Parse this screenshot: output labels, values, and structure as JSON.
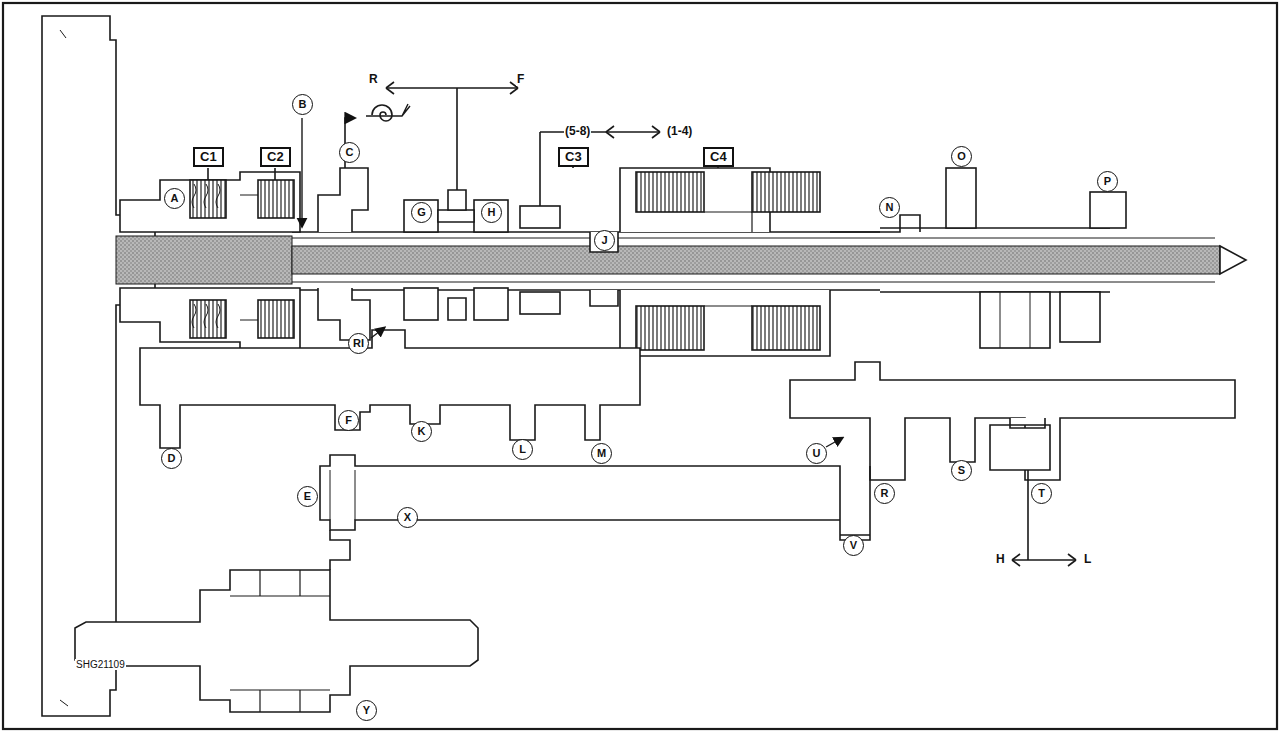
{
  "diagram": {
    "nodes": [
      {
        "text": [
          "C1"
        ]
      },
      {
        "text": [
          "C2"
        ]
      },
      {
        "text": [
          "C3"
        ]
      },
      {
        "text": [
          "C4"
        ]
      },
      {
        "text": [
          "A"
        ]
      },
      {
        "text": [
          "B"
        ]
      },
      {
        "text": [
          "C"
        ]
      },
      {
        "text": [
          "G"
        ]
      },
      {
        "text": [
          "H"
        ]
      },
      {
        "text": [
          "J"
        ]
      },
      {
        "text": [
          "N"
        ]
      },
      {
        "text": [
          "O"
        ]
      },
      {
        "text": [
          "P"
        ]
      },
      {
        "text": [
          "RI"
        ]
      },
      {
        "text": [
          "F"
        ]
      },
      {
        "text": [
          "K"
        ]
      },
      {
        "text": [
          "L"
        ]
      },
      {
        "text": [
          "M"
        ]
      },
      {
        "text": [
          "U"
        ]
      },
      {
        "text": [
          "D"
        ]
      },
      {
        "text": [
          "E"
        ]
      },
      {
        "text": [
          "R"
        ]
      },
      {
        "text": [
          "S"
        ]
      },
      {
        "text": [
          "T"
        ]
      },
      {
        "text": [
          "X"
        ]
      },
      {
        "text": [
          "V"
        ]
      },
      {
        "text": [
          "Y"
        ]
      }
    ],
    "labels": [
      "R",
      "F",
      "(5-8)",
      "(1-4)",
      "H",
      "L",
      "SHG21109"
    ]
  }
}
